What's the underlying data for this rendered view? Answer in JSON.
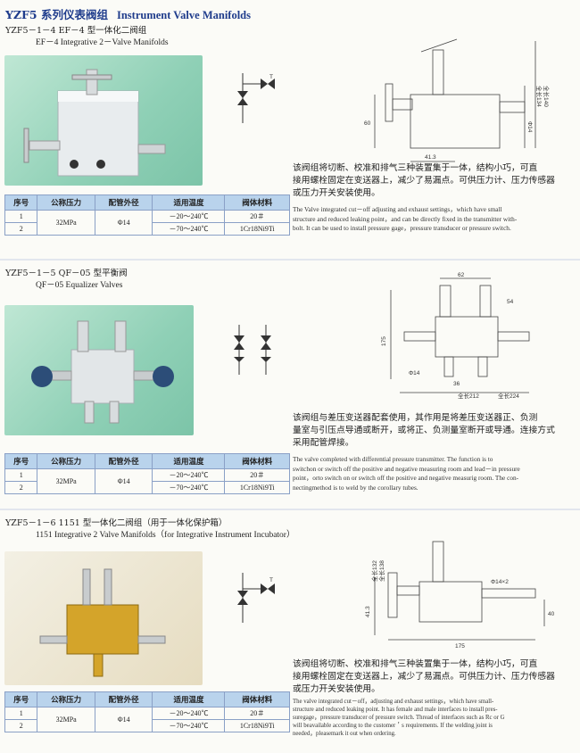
{
  "header": {
    "series": "YZF5 系列仪表阀组",
    "series_en": "Instrument Valve Manifolds"
  },
  "sections": [
    {
      "model": "YZF5－1－4 EF－4 型一体化二阀组",
      "model_en": "EF－4 Integrative 2－Valve Manifolds",
      "desc_cn": [
        "该阀组将切断、校准和排气三种装置集于一体，结构小巧，可直",
        "接用螺栓固定在变送器上，减少了易漏点。可供压力计、压力传感器",
        "或压力开关安装使用。"
      ],
      "desc_en": [
        "The Valve integrated cut－off adjusting and exhaust settings，which have small",
        "structure and reduced leaking point，and can be directly fixed in the transmitter with-",
        "bolt. It can be used to install pressure gage，pressure transducer or pressure switch."
      ],
      "dims": [
        "60",
        "41.3",
        "全长134",
        "全长140",
        "Φ14"
      ]
    },
    {
      "model": "YZF5－1－5 QF－05 型平衡阀",
      "model_en": "QF－05 Equalizer Valves",
      "desc_cn": [
        "该阀组与差压变送器配套使用，其作用是将差压变送器正、负测",
        "量室与引压点导通或断开，或将正、负测量室断开或导通。连接方式",
        "采用配管焊接。"
      ],
      "desc_en": [
        "The valve completed with differential pressure transmitter. The function is to",
        "switchon or switch off the positive and negative measuring room and lead－in pressure",
        "point，orto switch on or switch off the positive and negative measurig room. The con-",
        "nectingmethod is to weld by the corollary tubes."
      ],
      "dims": [
        "62",
        "175",
        "54",
        "36",
        "全长212",
        "全长224",
        "Φ14"
      ]
    },
    {
      "model": "YZF5－1－6 1151 型一体化二阀组（用于一体化保护箱）",
      "model_en": "1151 Integrative 2 Valve Manifolds（for Integrative Instrument Incubator）",
      "desc_cn": [
        "该阀组将切断、校准和排气三种装置集于一体，结构小巧，可直",
        "接用螺栓固定在变送器上，减少了易漏点。可供压力计、压力传感器",
        "或压力开关安装使用。"
      ],
      "desc_en": [
        "The valve integrated cut－off，adjusting and exhaust settings，which have small-",
        "structure and reduced leaking point. It has female and male interfaces to install pres-",
        "suregage，pressure transducer of pressure switch. Thread of interfaces such as Rc or G",
        "will beavailable according to the customer＇s requirements. If the welding joint is",
        "needed，pleasemark it out when ordering."
      ],
      "dims": [
        "全长132",
        "全长138",
        "41.3",
        "40",
        "175",
        "Φ14×2"
      ]
    }
  ],
  "table": {
    "headers": [
      "序号",
      "公称压力",
      "配管外径",
      "适用温度",
      "阀体材料"
    ],
    "rows": [
      {
        "no": "1",
        "pressure": "32MPa",
        "pipe": "Φ14",
        "temp": "－20～240℃",
        "material": "20＃"
      },
      {
        "no": "2",
        "temp": "－70～240℃",
        "material": "1Cr18Ni9Ti"
      }
    ]
  },
  "symbol_label": "T"
}
